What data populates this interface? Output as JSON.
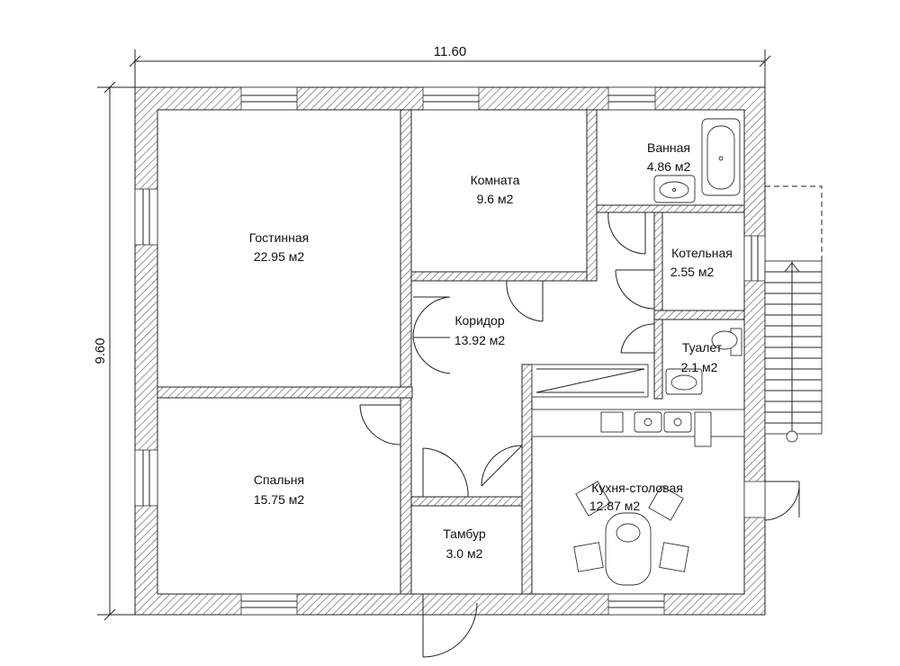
{
  "dimensions": {
    "width": "11.60",
    "height": "9.60"
  },
  "rooms": [
    {
      "id": "living",
      "name": "Гостинная",
      "area": "22.95 м2"
    },
    {
      "id": "room",
      "name": "Комната",
      "area": "9.6 м2"
    },
    {
      "id": "bath",
      "name": "Ванная",
      "area": "4.86 м2"
    },
    {
      "id": "boiler",
      "name": "Котельная",
      "area": "2.55 м2"
    },
    {
      "id": "corridor",
      "name": "Коридор",
      "area": "13.92 м2"
    },
    {
      "id": "toilet",
      "name": "Туалет",
      "area": "2.1 м2"
    },
    {
      "id": "bedroom",
      "name": "Спальня",
      "area": "15.75 м2"
    },
    {
      "id": "kitchen",
      "name": "Кухня-столовая",
      "area": "12.87 м2"
    },
    {
      "id": "vestibule",
      "name": "Тамбур",
      "area": "3.0 м2"
    }
  ],
  "colors": {
    "line": "#222222",
    "background": "#ffffff"
  }
}
